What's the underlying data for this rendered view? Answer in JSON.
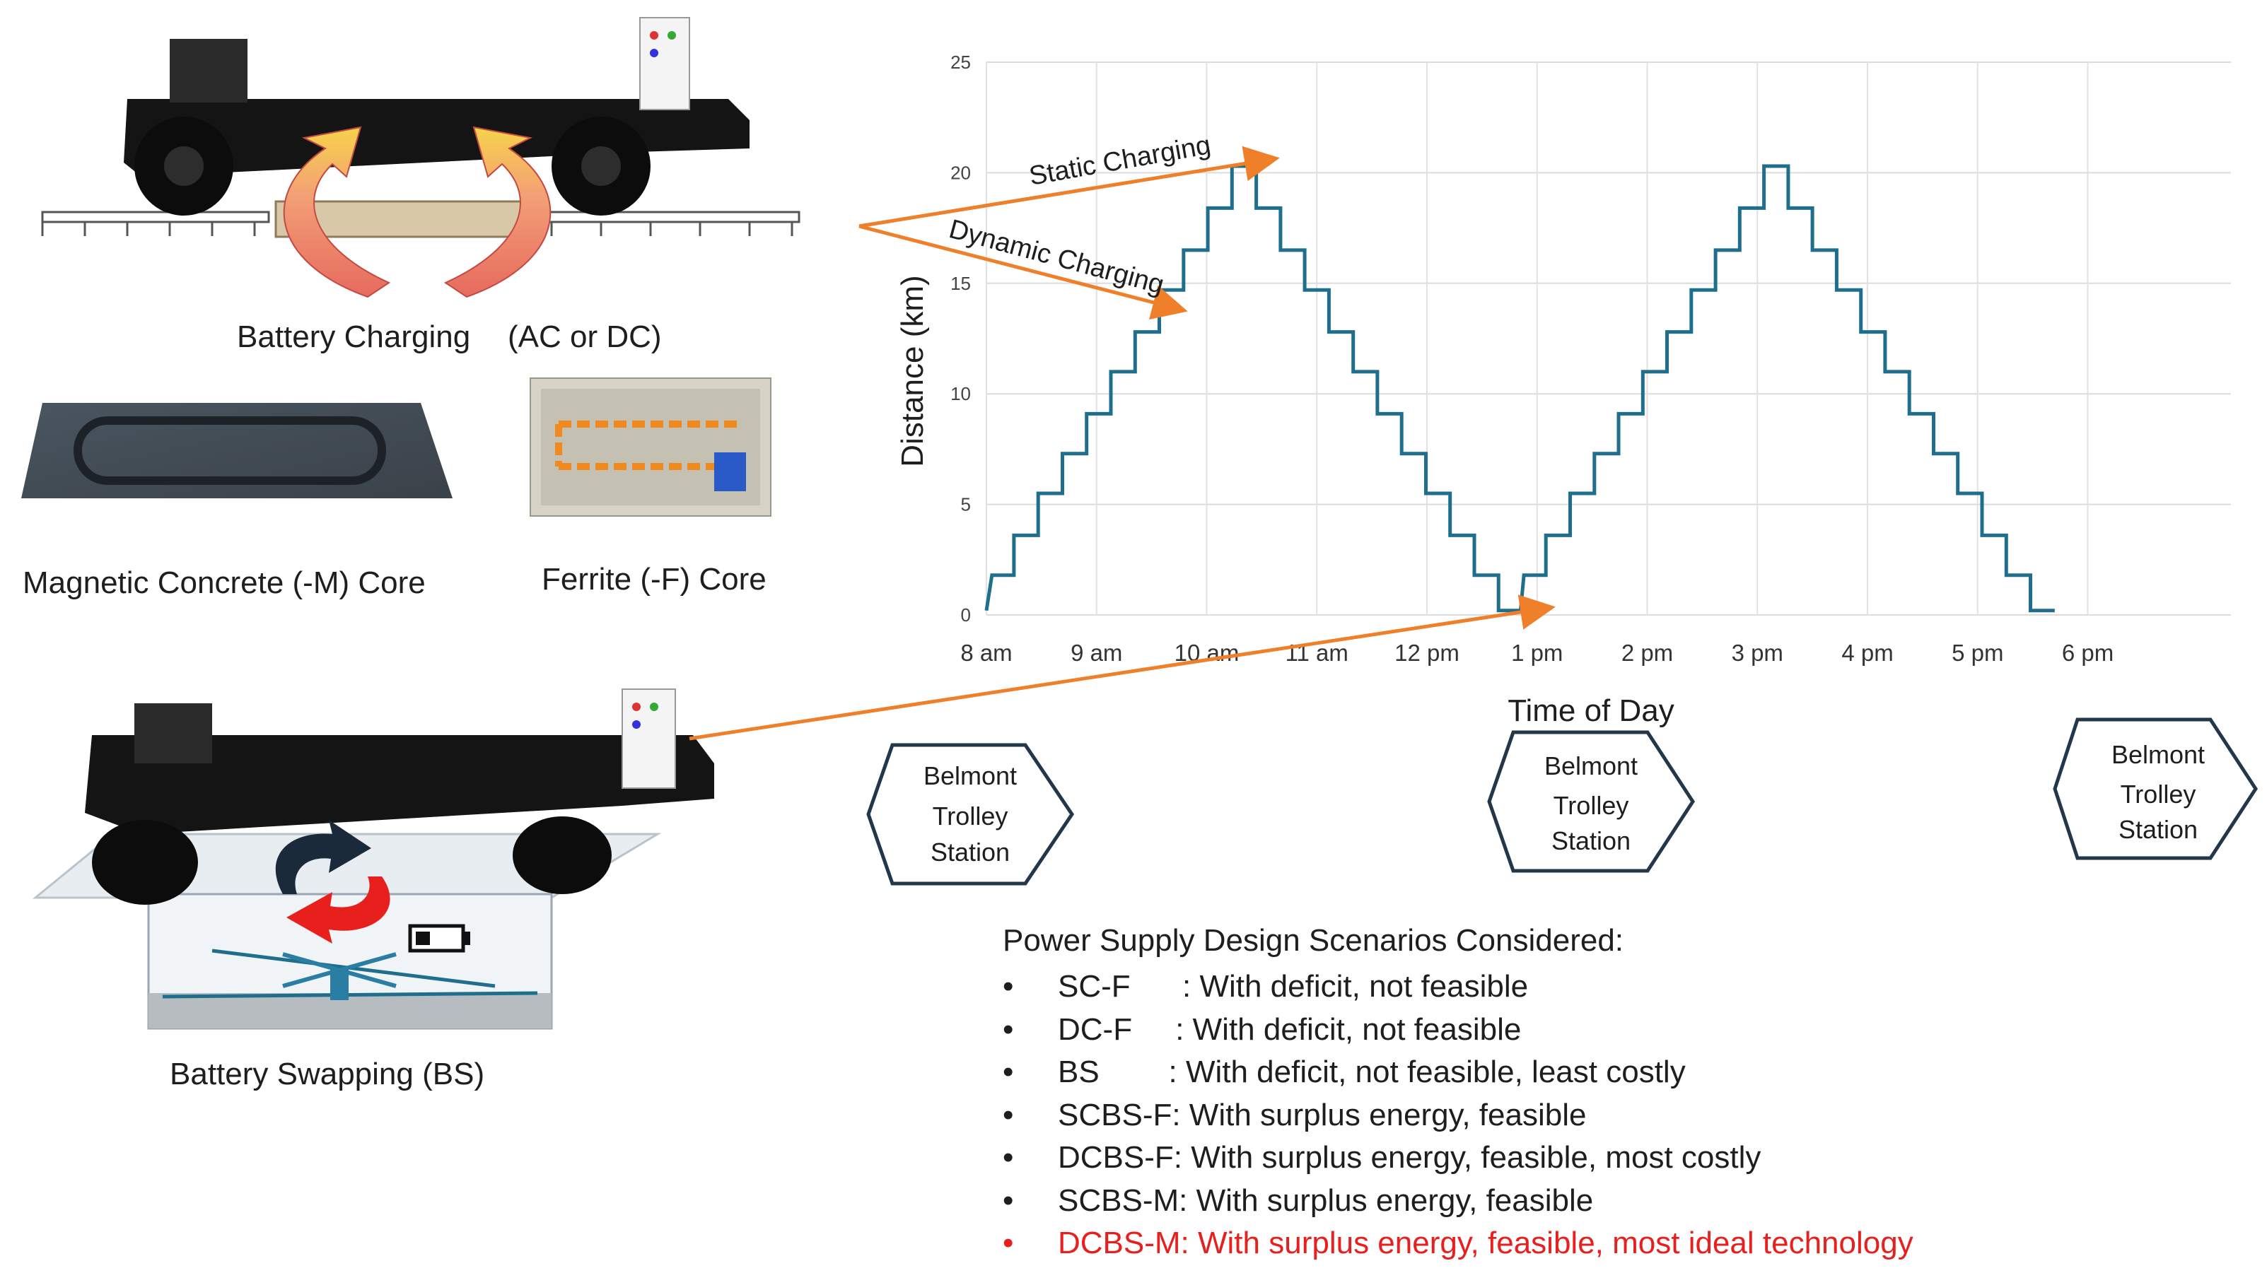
{
  "labels": {
    "battery_charging": "Battery Charging",
    "ac_or_dc": "(AC or DC)",
    "magnetic_core": "Magnetic Concrete (-M) Core",
    "ferrite_core": "Ferrite (-F) Core",
    "battery_swapping": "Battery Swapping (BS)",
    "static_charging": "Static Charging",
    "dynamic_charging": "Dynamic Charging"
  },
  "stations": [
    {
      "line1": "Belmont",
      "line2": "Trolley",
      "line3": "Station"
    },
    {
      "line1": "Belmont",
      "line2": "Trolley",
      "line3": "Station"
    },
    {
      "line1": "Belmont",
      "line2": "Trolley",
      "line3": "Station"
    }
  ],
  "scenarios": {
    "title": "Power Supply Design Scenarios Considered:",
    "bullet": "•",
    "items": [
      {
        "text": "SC-F      : With deficit, not feasible",
        "highlight": false
      },
      {
        "text": "DC-F     : With deficit, not feasible",
        "highlight": false
      },
      {
        "text": "BS        : With deficit, not feasible, least costly",
        "highlight": false
      },
      {
        "text": "SCBS-F: With surplus energy, feasible",
        "highlight": false
      },
      {
        "text": "DCBS-F: With surplus energy, feasible, most costly",
        "highlight": false
      },
      {
        "text": "SCBS-M: With surplus energy, feasible",
        "highlight": false
      },
      {
        "text": "DCBS-M: With surplus energy, feasible, most ideal technology",
        "highlight": true
      }
    ]
  },
  "colors": {
    "line": "#1f6e8c",
    "arrow": "#f07f2a",
    "highlight": "#e8201d"
  },
  "chart_data": {
    "type": "line",
    "xlabel": "Time of Day",
    "ylabel": "Distance (km)",
    "x_ticks": [
      "8 am",
      "9 am",
      "10 am",
      "11 am",
      "12 pm",
      "1 pm",
      "2 pm",
      "3 pm",
      "4 pm",
      "5 pm",
      "6 pm"
    ],
    "y_ticks": [
      0,
      5,
      10,
      15,
      20,
      25
    ],
    "ylim": [
      0,
      25
    ],
    "xlim_hours": [
      8,
      19.3
    ],
    "grid": true,
    "series": [
      {
        "step_hours": 0.22,
        "step_km": 1.83,
        "points": [
          [
            8.0,
            0.2
          ],
          [
            8.05,
            1.8
          ],
          [
            8.25,
            1.8
          ],
          [
            8.25,
            3.6
          ],
          [
            8.47,
            3.6
          ],
          [
            8.47,
            5.5
          ],
          [
            8.69,
            5.5
          ],
          [
            8.69,
            7.3
          ],
          [
            8.91,
            7.3
          ],
          [
            8.91,
            9.1
          ],
          [
            9.13,
            9.1
          ],
          [
            9.13,
            11.0
          ],
          [
            9.35,
            11.0
          ],
          [
            9.35,
            12.8
          ],
          [
            9.57,
            12.8
          ],
          [
            9.57,
            14.7
          ],
          [
            9.79,
            14.7
          ],
          [
            9.79,
            16.5
          ],
          [
            10.01,
            16.5
          ],
          [
            10.01,
            18.4
          ],
          [
            10.23,
            18.4
          ],
          [
            10.23,
            20.3
          ],
          [
            10.45,
            20.3
          ],
          [
            10.45,
            18.4
          ],
          [
            10.67,
            18.4
          ],
          [
            10.67,
            16.5
          ],
          [
            10.89,
            16.5
          ],
          [
            10.89,
            14.7
          ],
          [
            11.11,
            14.7
          ],
          [
            11.11,
            12.8
          ],
          [
            11.33,
            12.8
          ],
          [
            11.33,
            11.0
          ],
          [
            11.55,
            11.0
          ],
          [
            11.55,
            9.1
          ],
          [
            11.77,
            9.1
          ],
          [
            11.77,
            7.3
          ],
          [
            11.99,
            7.3
          ],
          [
            11.99,
            5.5
          ],
          [
            12.21,
            5.5
          ],
          [
            12.21,
            3.6
          ],
          [
            12.43,
            3.6
          ],
          [
            12.43,
            1.8
          ],
          [
            12.65,
            1.8
          ],
          [
            12.65,
            0.2
          ],
          [
            12.85,
            0.2
          ],
          [
            12.88,
            1.8
          ],
          [
            13.08,
            1.8
          ],
          [
            13.08,
            3.6
          ],
          [
            13.3,
            3.6
          ],
          [
            13.3,
            5.5
          ],
          [
            13.52,
            5.5
          ],
          [
            13.52,
            7.3
          ],
          [
            13.74,
            7.3
          ],
          [
            13.74,
            9.1
          ],
          [
            13.96,
            9.1
          ],
          [
            13.96,
            11.0
          ],
          [
            14.18,
            11.0
          ],
          [
            14.18,
            12.8
          ],
          [
            14.4,
            12.8
          ],
          [
            14.4,
            14.7
          ],
          [
            14.62,
            14.7
          ],
          [
            14.62,
            16.5
          ],
          [
            14.84,
            16.5
          ],
          [
            14.84,
            18.4
          ],
          [
            15.06,
            18.4
          ],
          [
            15.06,
            20.3
          ],
          [
            15.28,
            20.3
          ],
          [
            15.28,
            18.4
          ],
          [
            15.5,
            18.4
          ],
          [
            15.5,
            16.5
          ],
          [
            15.72,
            16.5
          ],
          [
            15.72,
            14.7
          ],
          [
            15.94,
            14.7
          ],
          [
            15.94,
            12.8
          ],
          [
            16.16,
            12.8
          ],
          [
            16.16,
            11.0
          ],
          [
            16.38,
            11.0
          ],
          [
            16.38,
            9.1
          ],
          [
            16.6,
            9.1
          ],
          [
            16.6,
            7.3
          ],
          [
            16.82,
            7.3
          ],
          [
            16.82,
            5.5
          ],
          [
            17.04,
            5.5
          ],
          [
            17.04,
            3.6
          ],
          [
            17.26,
            3.6
          ],
          [
            17.26,
            1.8
          ],
          [
            17.48,
            1.8
          ],
          [
            17.48,
            0.2
          ],
          [
            17.7,
            0.2
          ]
        ]
      }
    ]
  }
}
